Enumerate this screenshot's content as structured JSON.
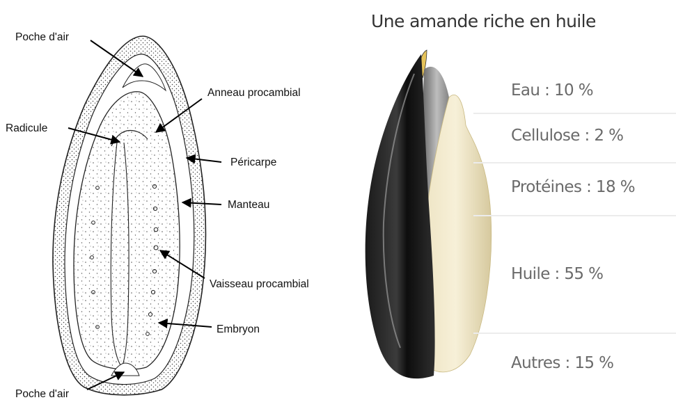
{
  "left_diagram": {
    "labels": {
      "air_pocket_top": "Poche d'air",
      "procambial_ring": "Anneau procambial",
      "radicle": "Radicule",
      "pericarp": "Péricarpe",
      "mantle": "Manteau",
      "procambial_vessel": "Vaisseau procambial",
      "embryo": "Embryon",
      "air_pocket_bottom": "Poche d'air"
    }
  },
  "right_panel": {
    "title": "Une amande riche en huile",
    "composition": [
      {
        "label": "Eau : 10 %"
      },
      {
        "label": "Cellulose : 2 %"
      },
      {
        "label": "Protéines : 18 %"
      },
      {
        "label": "Huile : 55 %"
      },
      {
        "label": "Autres : 15 %"
      }
    ]
  }
}
